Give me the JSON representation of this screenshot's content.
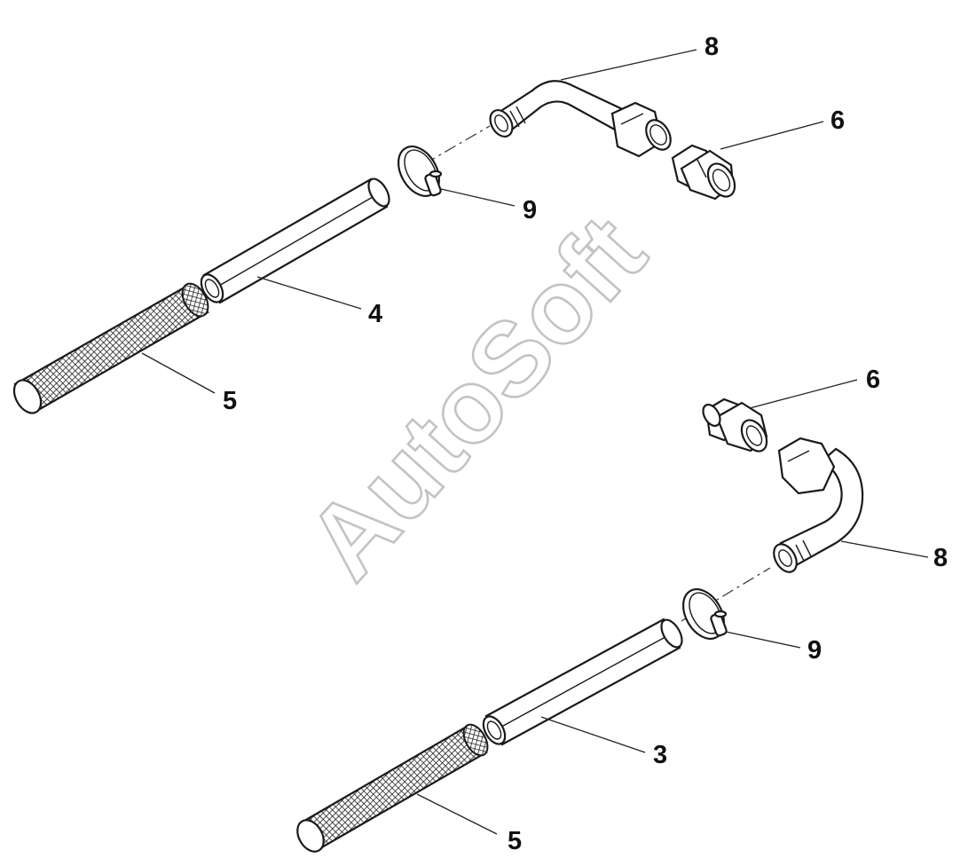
{
  "watermark": "AutoSoft",
  "callouts": {
    "upper": {
      "hose_fitting": "8",
      "adapter": "6",
      "clamp": "9",
      "tube": "4",
      "sleeve": "5"
    },
    "lower": {
      "adapter": "6",
      "hose_fitting": "8",
      "clamp": "9",
      "tube": "3",
      "sleeve": "5"
    }
  }
}
